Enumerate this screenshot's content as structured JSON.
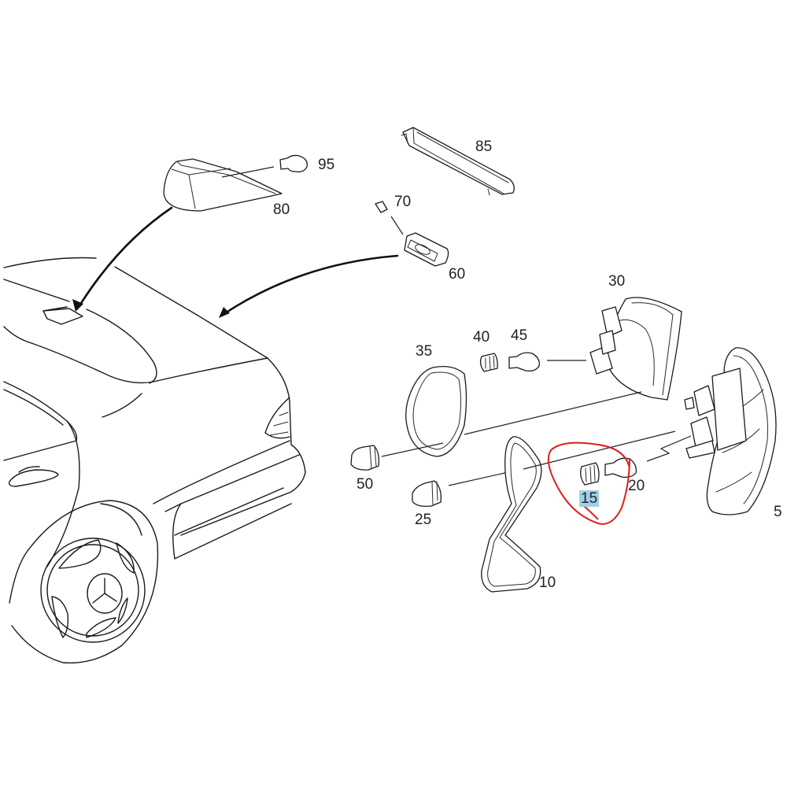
{
  "diagram": {
    "title": "Rear lamp assembly exploded view",
    "highlight_color": "#9fd0e6",
    "annotation_color": "#e01b1b",
    "callouts": [
      {
        "id": "95",
        "label": "95",
        "part": "bulb (third brake light)"
      },
      {
        "id": "80",
        "label": "80",
        "part": "third brake light housing"
      },
      {
        "id": "85",
        "label": "85",
        "part": "light strip / cover"
      },
      {
        "id": "70",
        "label": "70",
        "part": "festoon bulb"
      },
      {
        "id": "60",
        "label": "60",
        "part": "license plate lamp"
      },
      {
        "id": "30",
        "label": "30",
        "part": "inner tail lamp"
      },
      {
        "id": "40",
        "label": "40",
        "part": "bulb socket"
      },
      {
        "id": "45",
        "label": "45",
        "part": "bulb"
      },
      {
        "id": "35",
        "label": "35",
        "part": "gasket"
      },
      {
        "id": "50",
        "label": "50",
        "part": "nut"
      },
      {
        "id": "25",
        "label": "25",
        "part": "nut"
      },
      {
        "id": "10",
        "label": "10",
        "part": "gasket"
      },
      {
        "id": "15",
        "label": "15",
        "part": "bulb socket",
        "highlighted": true,
        "circled": true
      },
      {
        "id": "20",
        "label": "20",
        "part": "bulb"
      },
      {
        "id": "5",
        "label": "5",
        "part": "outer tail lamp"
      }
    ]
  }
}
